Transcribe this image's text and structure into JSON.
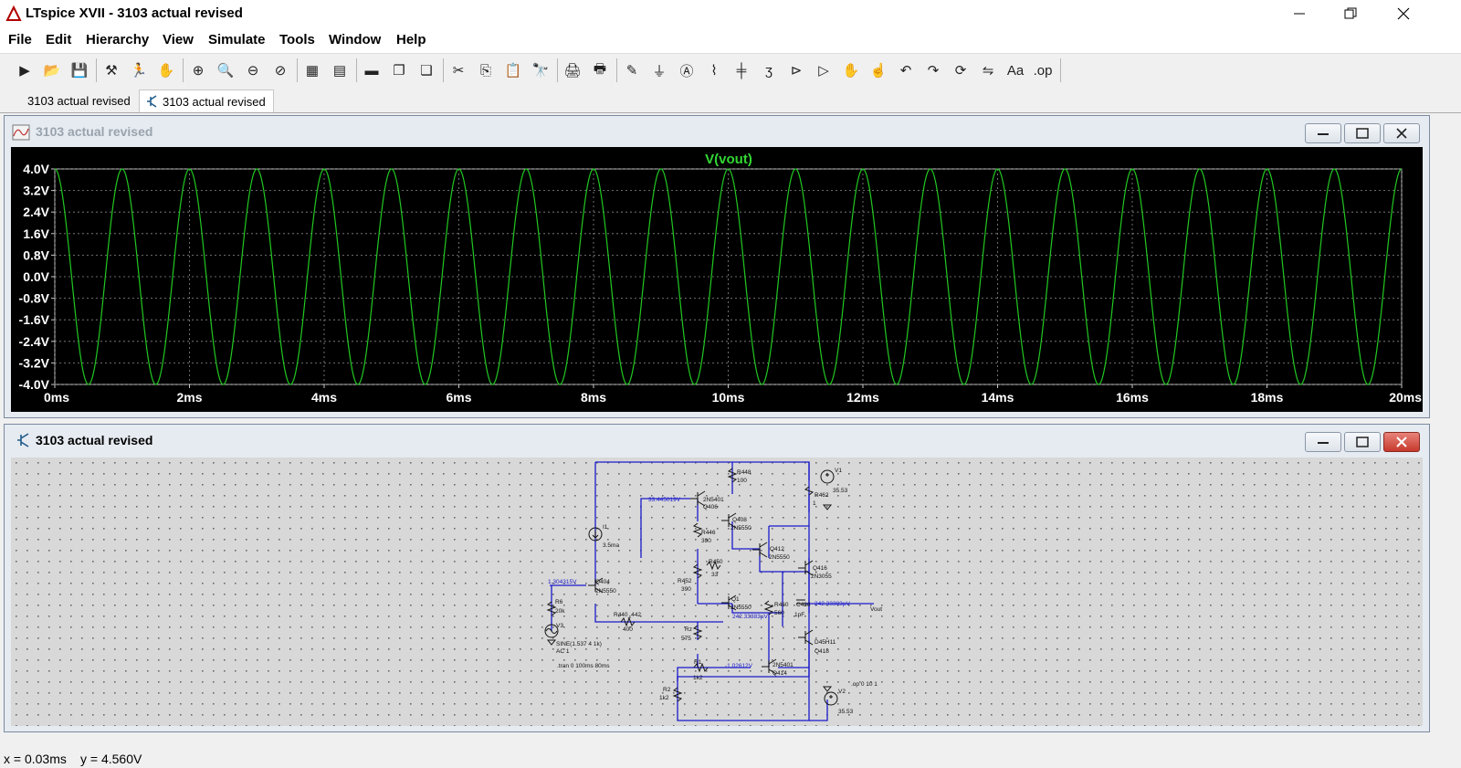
{
  "window": {
    "title": "LTspice XVII - 3103 actual revised"
  },
  "menu": [
    "File",
    "Edit",
    "Hierarchy",
    "View",
    "Simulate",
    "Tools",
    "Window",
    "Help"
  ],
  "toolbar": [
    {
      "name": "run",
      "glyph": "▶"
    },
    {
      "name": "open",
      "glyph": "📂"
    },
    {
      "name": "save",
      "glyph": "💾"
    },
    {
      "name": "control-panel",
      "glyph": "⚒"
    },
    {
      "name": "run-stop",
      "glyph": "🏃"
    },
    {
      "name": "halt",
      "glyph": "✋"
    },
    {
      "name": "zoom-in",
      "glyph": "⊕"
    },
    {
      "name": "zoom-full",
      "glyph": "🔍"
    },
    {
      "name": "zoom-out",
      "glyph": "⊖"
    },
    {
      "name": "zoom-cancel",
      "glyph": "⊘"
    },
    {
      "name": "autorange",
      "glyph": "▦"
    },
    {
      "name": "grid",
      "glyph": "▤"
    },
    {
      "name": "tile-horizontal",
      "glyph": "▬"
    },
    {
      "name": "cascade",
      "glyph": "❐"
    },
    {
      "name": "tile-vertical",
      "glyph": "❏"
    },
    {
      "name": "cut",
      "glyph": "✂"
    },
    {
      "name": "copy",
      "glyph": "⎘"
    },
    {
      "name": "paste",
      "glyph": "📋"
    },
    {
      "name": "find",
      "glyph": "🔭"
    },
    {
      "name": "print-preview",
      "glyph": "🖨"
    },
    {
      "name": "print",
      "glyph": "🖶"
    },
    {
      "name": "draw-wire",
      "glyph": "✎"
    },
    {
      "name": "ground",
      "glyph": "⏚"
    },
    {
      "name": "label-net",
      "glyph": "Ⓐ"
    },
    {
      "name": "resistor",
      "glyph": "⌇"
    },
    {
      "name": "capacitor",
      "glyph": "╪"
    },
    {
      "name": "inductor",
      "glyph": "ʒ"
    },
    {
      "name": "diode",
      "glyph": "⊳"
    },
    {
      "name": "component",
      "glyph": "▷"
    },
    {
      "name": "move",
      "glyph": "✋"
    },
    {
      "name": "drag",
      "glyph": "☝"
    },
    {
      "name": "undo",
      "glyph": "↶"
    },
    {
      "name": "redo",
      "glyph": "↷"
    },
    {
      "name": "rotate",
      "glyph": "⟳"
    },
    {
      "name": "mirror",
      "glyph": "⇋"
    },
    {
      "name": "text",
      "glyph": "Aa"
    },
    {
      "name": "spice-directive",
      "glyph": ".op"
    }
  ],
  "tabs": [
    {
      "label": "3103 actual revised",
      "active": false
    },
    {
      "label": "3103 actual revised",
      "active": true
    }
  ],
  "waveform": {
    "title": "3103 actual revised",
    "chart_data": {
      "type": "line",
      "title": "V(vout)",
      "series": [
        {
          "name": "V(vout)",
          "color": "#22c822",
          "amplitude": 4.0,
          "frequency_hz": 1000,
          "phase_deg": 90
        }
      ],
      "x_unit": "ms",
      "xlim": [
        0,
        20
      ],
      "ylim": [
        -4.0,
        4.0
      ],
      "x_ticks": [
        "0ms",
        "2ms",
        "4ms",
        "6ms",
        "8ms",
        "10ms",
        "12ms",
        "14ms",
        "16ms",
        "18ms",
        "20ms"
      ],
      "y_ticks": [
        "4.0V",
        "3.2V",
        "2.4V",
        "1.6V",
        "0.8V",
        "0.0V",
        "-0.8V",
        "-1.6V",
        "-2.4V",
        "-3.2V",
        "-4.0V"
      ],
      "grid": true,
      "background": "#000000",
      "label_color": "#ffffff"
    }
  },
  "schematic": {
    "title": "3103 actual revised",
    "nets": [
      "33.445019V",
      "1.304315V",
      "242.33383µV",
      "242.33383µV",
      "-1.02612V"
    ],
    "labels": [
      "R448",
      "100",
      "2N5401",
      "Q406",
      "Q408",
      "2N5550",
      "R446",
      "390",
      "R450",
      "33",
      "Q412",
      "2N5550",
      "Q416",
      "2N3055",
      "R452",
      "390",
      "Q1",
      "2N5550",
      "R440_442",
      "400",
      "R460",
      "560",
      "C436",
      "1pF",
      "Vout",
      "I1",
      "3.5ma",
      "Q404",
      "2N5550",
      "R6",
      "20k",
      "V3",
      "SINE(1.537 4 1k)",
      "AC 1",
      ".tran 0 100ms 80ms",
      "Rz",
      "575",
      "R1",
      "1k2",
      "R2",
      "1k2",
      "2N5401",
      "Q414",
      "D45H11",
      "Q418",
      "V1",
      "35.53",
      "R462",
      "1",
      "V2",
      "35.53",
      ".op 0 10 1"
    ]
  },
  "status": {
    "x": "x = 0.03ms",
    "y": "y = 4.560V"
  }
}
